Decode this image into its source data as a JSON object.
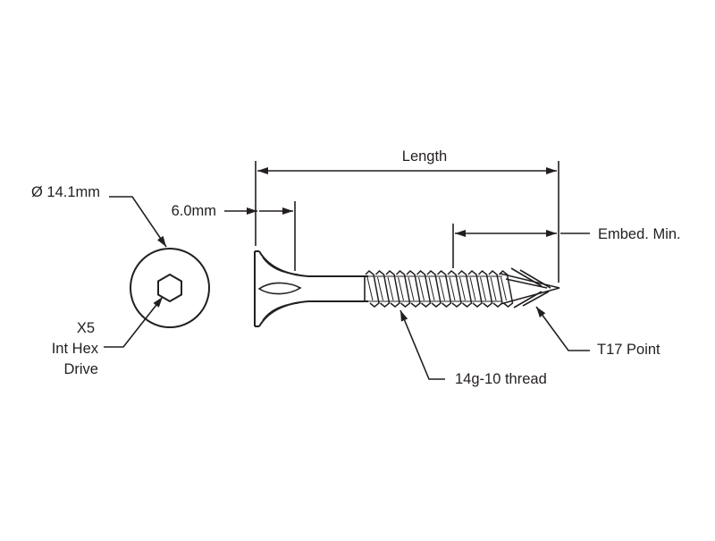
{
  "labels": {
    "diameter": "Ø 14.1mm",
    "head_depth": "6.0mm",
    "length": "Length",
    "embed_min": "Embed. Min.",
    "drive_line1": "X5",
    "drive_line2": "Int Hex",
    "drive_line3": "Drive",
    "point": "T17 Point",
    "thread": "14g-10 thread"
  },
  "colors": {
    "ink": "#231f20",
    "background": "#ffffff"
  }
}
